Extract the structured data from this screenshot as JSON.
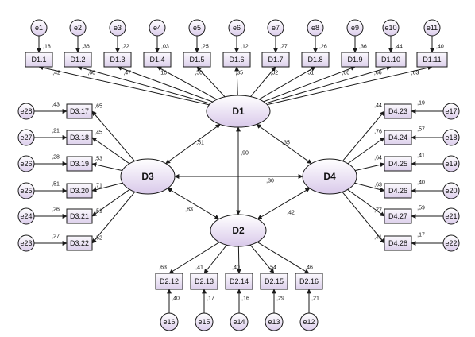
{
  "latents": {
    "D1": "D1",
    "D2": "D2",
    "D3": "D3",
    "D4": "D4"
  },
  "indicators": {
    "D1": [
      {
        "name": "D1.1",
        "error": "e1",
        "loading": ",42",
        "r2": ",18"
      },
      {
        "name": "D1.2",
        "error": "e2",
        "loading": ",60",
        "r2": ",36"
      },
      {
        "name": "D1.3",
        "error": "e3",
        "loading": ",47",
        "r2": ",22"
      },
      {
        "name": "D1.4",
        "error": "e4",
        "loading": ",16",
        "r2": ",03"
      },
      {
        "name": "D1.5",
        "error": "e5",
        "loading": ",50",
        "r2": ",25"
      },
      {
        "name": "D1.6",
        "error": "e6",
        "loading": ",35",
        "r2": ",12"
      },
      {
        "name": "D1.7",
        "error": "e7",
        "loading": ",52",
        "r2": ",27"
      },
      {
        "name": "D1.8",
        "error": "e8",
        "loading": ",51",
        "r2": ",26"
      },
      {
        "name": "D1.9",
        "error": "e9",
        "loading": ",60",
        "r2": ",36"
      },
      {
        "name": "D1.10",
        "error": "e10",
        "loading": ",66",
        "r2": ",44"
      },
      {
        "name": "D1.11",
        "error": "e11",
        "loading": ",63",
        "r2": ",40"
      }
    ],
    "D3": [
      {
        "name": "D3.17",
        "error": "e28",
        "loading": ",65",
        "r2": ",43"
      },
      {
        "name": "D3.18",
        "error": "e27",
        "loading": ",45",
        "r2": ",21"
      },
      {
        "name": "D3.19",
        "error": "e26",
        "loading": ",53",
        "r2": ",28"
      },
      {
        "name": "D3.20",
        "error": "e25",
        "loading": ",71",
        "r2": ",51"
      },
      {
        "name": "D3.21",
        "error": "e24",
        "loading": ",51",
        "r2": ",26"
      },
      {
        "name": "D3.22",
        "error": "e23",
        "loading": ",52",
        "r2": ",27"
      }
    ],
    "D4": [
      {
        "name": "D4.23",
        "error": "e17",
        "loading": ",44",
        "r2": ",19"
      },
      {
        "name": "D4.24",
        "error": "e18",
        "loading": ",76",
        "r2": ",57"
      },
      {
        "name": "D4.25",
        "error": "e19",
        "loading": ",64",
        "r2": ",41"
      },
      {
        "name": "D4.26",
        "error": "e20",
        "loading": ",63",
        "r2": ",40"
      },
      {
        "name": "D4.27",
        "error": "e21",
        "loading": ",77",
        "r2": ",59"
      },
      {
        "name": "D4.28",
        "error": "e22",
        "loading": ",41",
        "r2": ",17"
      }
    ],
    "D2": [
      {
        "name": "D2.12",
        "error": "e16",
        "loading": ",63",
        "r2": ",40"
      },
      {
        "name": "D2.13",
        "error": "e15",
        "loading": ",41",
        "r2": ",17"
      },
      {
        "name": "D2.14",
        "error": "e14",
        "loading": ",40",
        "r2": ",16"
      },
      {
        "name": "D2.15",
        "error": "e13",
        "loading": ",54",
        "r2": ",29"
      },
      {
        "name": "D2.16",
        "error": "e12",
        "loading": ",46",
        "r2": ",21"
      }
    ]
  },
  "correlations": {
    "D1_D3": ",51",
    "D1_D4": ",35",
    "D1_D2": ",90",
    "D3_D4": ",30",
    "D3_D2": ",83",
    "D4_D2": ",42"
  },
  "colors": {
    "node_light": "#ffffff",
    "node_dark": "#d6c6e6",
    "stroke": "#1a1a1a"
  }
}
